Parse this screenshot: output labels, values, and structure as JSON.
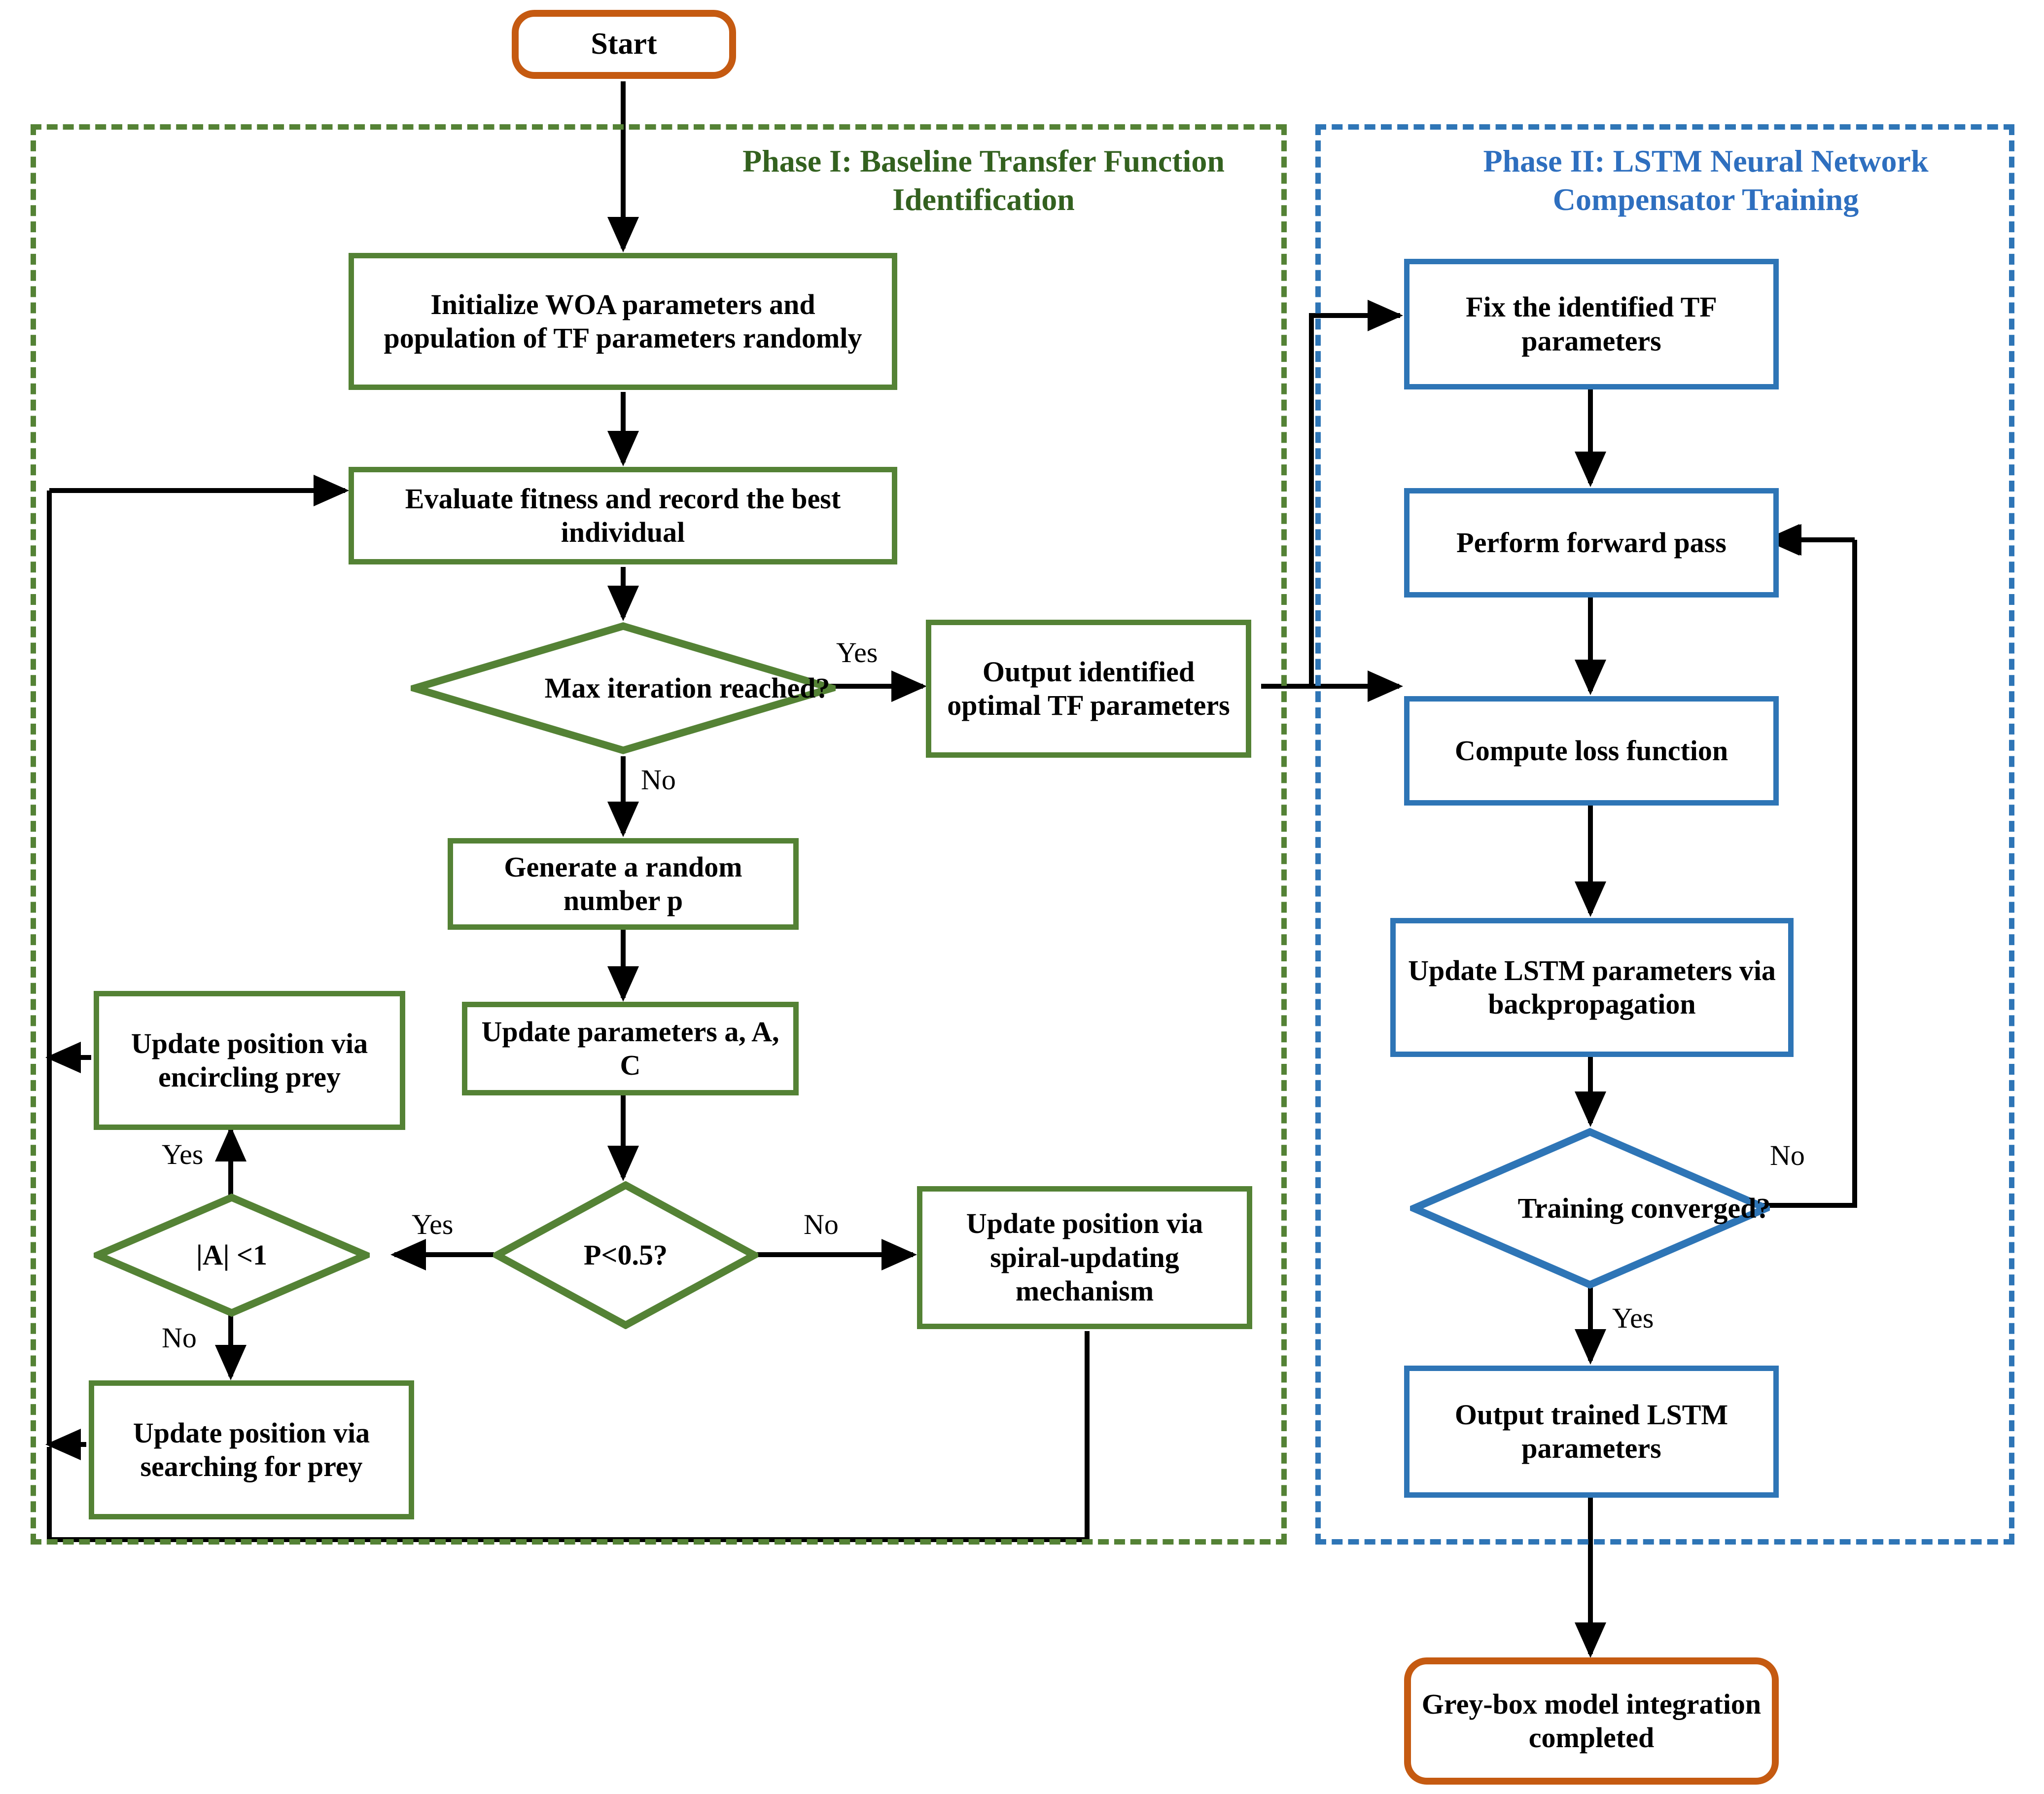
{
  "diagram": {
    "title": "Two-phase grey-box modelling flowchart",
    "colors": {
      "green": "#548235",
      "blue": "#2E75B6",
      "terminator": "#C55A11",
      "arrow": "#000000",
      "title_green": "#33611F",
      "title_blue": "#2E6FBF"
    }
  },
  "phases": {
    "phase1": {
      "title": "Phase I: Baseline Transfer Function Identification"
    },
    "phase2": {
      "title": "Phase II: LSTM Neural Network Compensator Training"
    }
  },
  "nodes": {
    "start": "Start",
    "init": "Initialize WOA parameters and population of TF parameters randomly",
    "evaluate": "Evaluate fitness and record the best individual",
    "max_iter": "Max iteration reached?",
    "output_tf": "Output identified optimal TF parameters",
    "gen_rand": "Generate a random number p",
    "update_params": "Update parameters a, A, C",
    "p_lt_half": "P<0.5?",
    "abs_a": "|A| <1",
    "encircling": "Update position via encircling prey",
    "searching": "Update position via searching for prey",
    "spiral": "Update position via spiral-updating mechanism",
    "fix_tf": "Fix the identified TF parameters",
    "forward_pass": "Perform forward pass",
    "loss": "Compute loss function",
    "backprop": "Update LSTM parameters via backpropagation",
    "converged": "Training converged?",
    "output_lstm": "Output trained LSTM parameters",
    "end": "Grey-box model integration completed"
  },
  "edge_labels": {
    "max_iter_yes": "Yes",
    "max_iter_no": "No",
    "p_yes": "Yes",
    "p_no": "No",
    "abs_a_yes": "Yes",
    "abs_a_no": "No",
    "converged_no": "No",
    "converged_yes": "Yes"
  }
}
